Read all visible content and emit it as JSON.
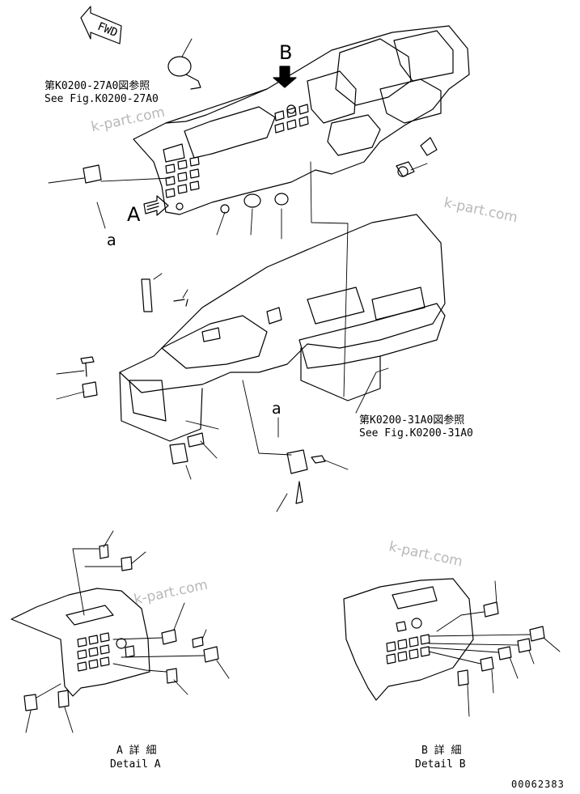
{
  "labels": {
    "fwd": "FWD",
    "view_b": "B",
    "view_a": "A",
    "ref_a_label": "a",
    "ref_a_label_2": "a",
    "ref_top_jp": "第K0200-27A0図参照",
    "ref_top_en": "See Fig.K0200-27A0",
    "ref_mid_jp": "第K0200-31A0図参照",
    "ref_mid_en": "See Fig.K0200-31A0",
    "detail_a_jp": "A 詳 細",
    "detail_a_en": "Detail A",
    "detail_b_jp": "B 詳 細",
    "detail_b_en": "Detail B",
    "drawing_number": "00062383"
  },
  "watermarks": [
    "k-part.com",
    "k-part.com",
    "k-part.com",
    "k-part.com"
  ],
  "colors": {
    "line": "#000000",
    "watermark": "#b8b8b8",
    "background": "#ffffff"
  }
}
